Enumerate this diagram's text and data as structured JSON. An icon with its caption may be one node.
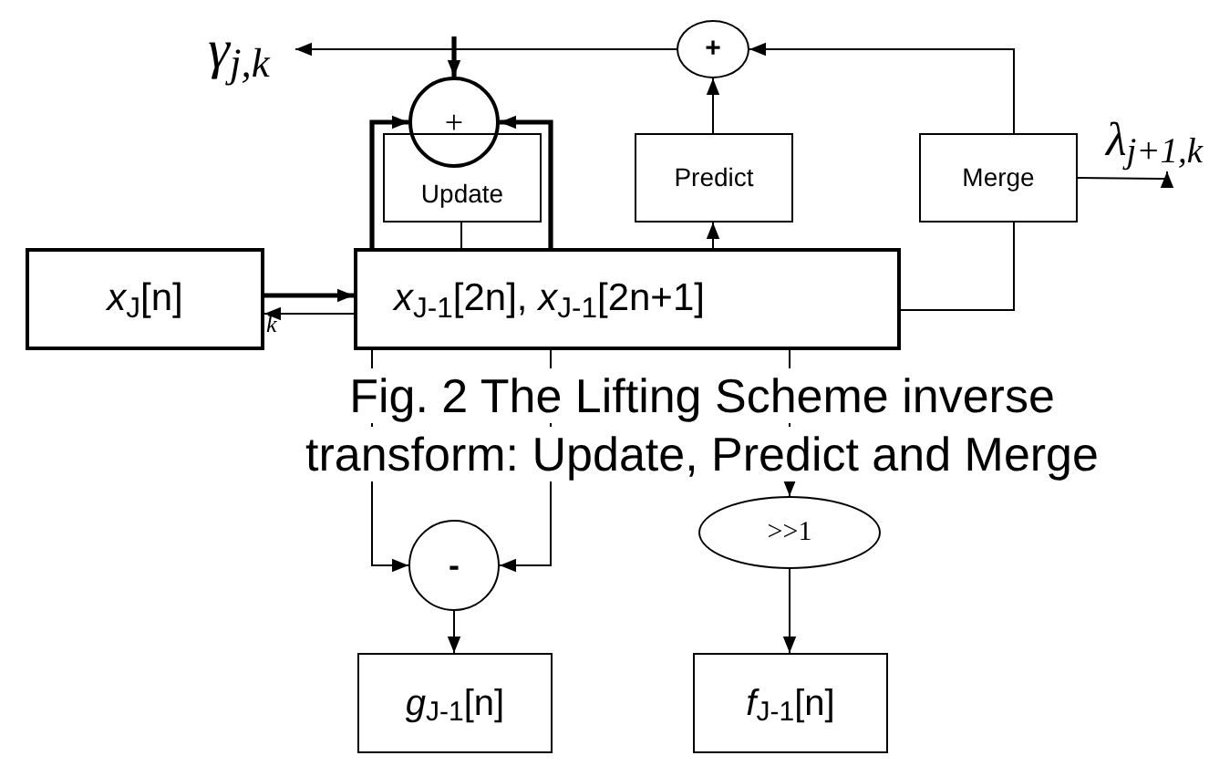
{
  "diagram": {
    "caption": "Fig. 2 The Lifting Scheme inverse transform: Update, Predict and Merge",
    "nodes": [
      {
        "text": [
          "γ$_{j,k}$"
        ]
      },
      {
        "text": [
          "+"
        ]
      },
      {
        "text": [
          "+"
        ]
      },
      {
        "text": [
          "Update"
        ]
      },
      {
        "text": [
          "Predict"
        ]
      },
      {
        "text": [
          "Merge"
        ]
      },
      {
        "text": [
          "*x*$_{J}$[n]"
        ]
      },
      {
        "text": [
          "*x*$_{J-1}$[2n], *x*$_{J-1}$[2n+1]"
        ]
      },
      {
        "text": [
          "-"
        ]
      },
      {
        "text": [
          ">>1"
        ]
      },
      {
        "text": [
          "*g*$_{J-1}$[n]"
        ]
      },
      {
        "text": [
          "*f*$_{J-1}$[n]"
        ]
      },
      {
        "text": [
          "λ$_{j+1,k}$"
        ]
      }
    ],
    "edges": [
      {
        "from": 1,
        "to": 0,
        "arrow": "to"
      },
      {
        "from": 5,
        "to": 1,
        "arrow": "to"
      },
      {
        "from": 4,
        "to": 1,
        "arrow": "to"
      },
      {
        "from": 7,
        "to": 4,
        "arrow": "to"
      },
      {
        "from": 7,
        "to": 5,
        "arrow": "none"
      },
      {
        "from": 5,
        "to": 12,
        "arrow": "to"
      },
      {
        "from": null,
        "to": 2,
        "arrow": "to",
        "style": "thick"
      },
      {
        "from": 7,
        "to": 2,
        "arrow": "to",
        "style": "thick"
      },
      {
        "from": 7,
        "to": 2,
        "arrow": "to",
        "style": "thick"
      },
      {
        "from": 3,
        "to": 7,
        "arrow": "none"
      },
      {
        "from": 6,
        "to": 7,
        "arrow": "to",
        "style": "thick"
      },
      {
        "from": 7,
        "to": 6,
        "arrow": "to"
      },
      {
        "from": 7,
        "to": 8,
        "arrow": "to"
      },
      {
        "from": 7,
        "to": 8,
        "arrow": "to"
      },
      {
        "from": 7,
        "to": 9,
        "arrow": "to"
      },
      {
        "from": 9,
        "to": 11,
        "arrow": "to"
      },
      {
        "from": 8,
        "to": 10,
        "arrow": "to"
      }
    ],
    "labels": [
      "k"
    ]
  }
}
